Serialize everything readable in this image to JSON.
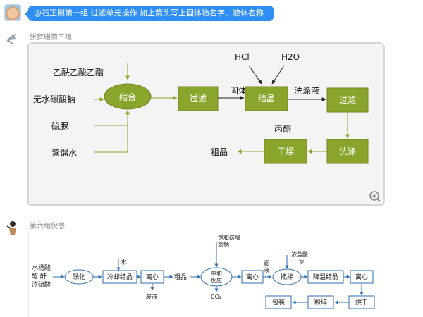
{
  "messages": [
    {
      "text": "@石正刚第一组 过滤单元操作 加上箭头写上固体物名字、液体名称",
      "bubble_color": "#2f8ef4"
    }
  ],
  "senders": [
    "张梦珊第三组",
    "第六组倪慜"
  ],
  "diagram1": {
    "inputs": [
      "乙酰乙酸乙酯",
      "无水碳酸钠",
      "硫脲",
      "蒸馏水"
    ],
    "node_fill": "#8aa52c",
    "nodes": {
      "condense": "缩合",
      "filter1": "过滤",
      "crystal": "结晶",
      "filter2": "过滤",
      "wash": "洗涤",
      "dry": "干燥"
    },
    "labels": {
      "hcl": "HCl",
      "h2o": "H2O",
      "solid": "固体",
      "wash_liquid": "洗涤液",
      "acetone": "丙酮",
      "crude": "粗品"
    },
    "zoom_icon": "zoom-in-icon"
  },
  "diagram2": {
    "inputs": [
      "水杨酸",
      "醋    酐",
      "浓硫酸"
    ],
    "steps": {
      "acylation": "酰化",
      "cool_crystal": "冷却结晶",
      "centrifuge1": "离心",
      "neutralize_1": "中和",
      "neutralize_2": "反应",
      "centrifuge2": "离心",
      "stir": "搅拌",
      "cool_crystal2": "降温结晶",
      "centrifuge3": "离心",
      "dry": "烘干",
      "crush": "粉碎",
      "pack": "包装"
    },
    "labels": {
      "water": "水",
      "waste": "废液",
      "crude": "粗品",
      "nahco3_1": "饱和碳酸",
      "nahco3_2": "氢钠",
      "co2": "CO₂",
      "filtrate_1": "滤",
      "filtrate_2": "液",
      "hcl_1": "浓盐酸",
      "hcl_2": "水"
    }
  }
}
